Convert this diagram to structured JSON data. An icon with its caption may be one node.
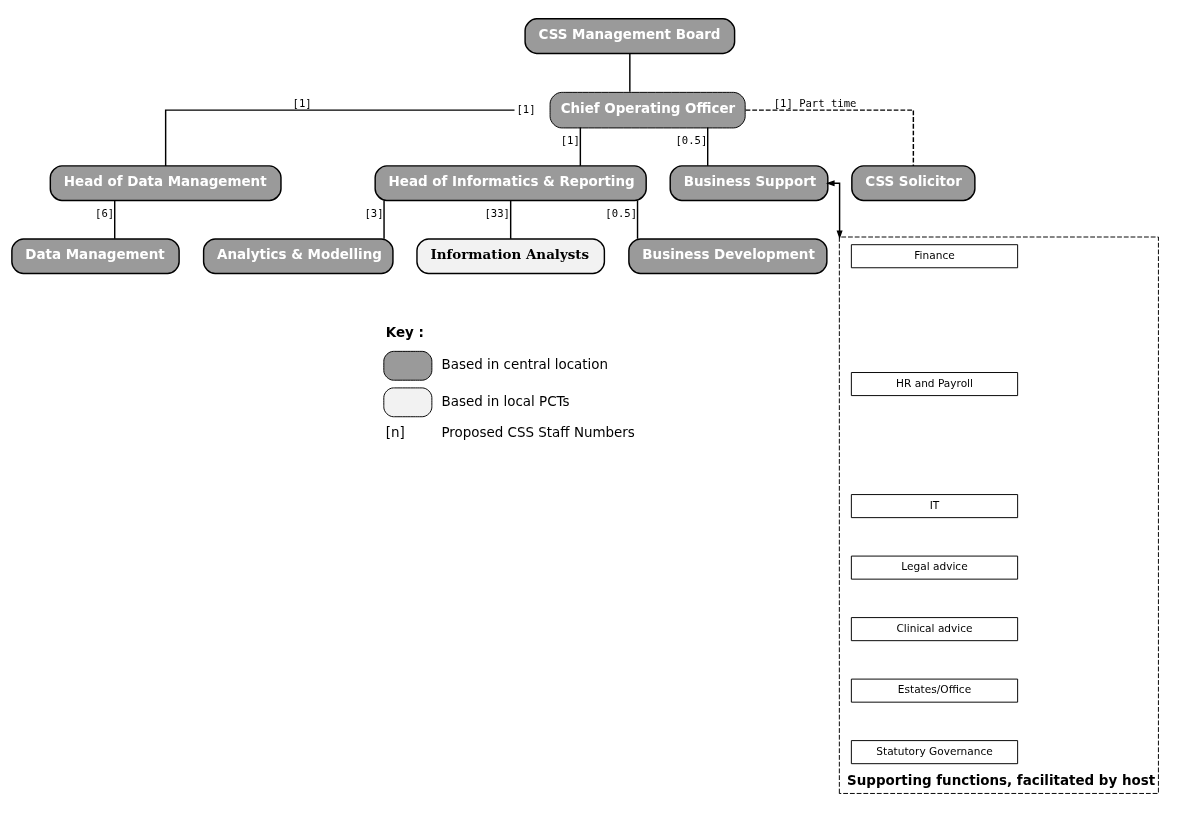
{
  "diagram": {
    "nodes": [
      {
        "text": [
          "CSS Management Board"
        ]
      },
      {
        "text": [
          "Chief Operating Officer"
        ],
        "beside": [
          "[1]"
        ]
      },
      {
        "text": [
          "Head of Data Management"
        ]
      },
      {
        "text": [
          "Head of Informatics & Reporting"
        ]
      },
      {
        "text": [
          "Business Support"
        ]
      },
      {
        "text": [
          "CSS Solicitor"
        ]
      },
      {
        "text": [
          "Data Management"
        ]
      },
      {
        "text": [
          "Analytics & Modelling"
        ]
      },
      {
        "text": [
          "Business Development"
        ]
      },
      {
        "text": [
          "Information Analysts"
        ]
      },
      {
        "text": [
          "Supporting functions, facilitated by host"
        ]
      },
      {
        "text": [
          "Finance"
        ],
        "in": 10
      },
      {
        "text": [
          "HR and Payroll"
        ],
        "in": 10
      },
      {
        "text": [
          "IT"
        ],
        "in": 10
      },
      {
        "text": [
          "Legal advice"
        ],
        "in": 10
      },
      {
        "text": [
          "Clinical advice"
        ],
        "in": 10
      },
      {
        "text": [
          "Estates/Office"
        ],
        "in": 10
      },
      {
        "text": [
          "Statutory Governance"
        ],
        "in": 10
      }
    ],
    "edges": [
      {
        "from": 0,
        "to": 1,
        "arrow": "none"
      },
      {
        "from": 1,
        "to": 2,
        "arrow": "none",
        "label": "[1]"
      },
      {
        "from": 1,
        "to": 3,
        "arrow": "none",
        "label": "[1]"
      },
      {
        "from": 1,
        "to": 4,
        "arrow": "none",
        "label": "[0.5]"
      },
      {
        "from": 1,
        "to": 5,
        "arrow": "none",
        "label": "[1] Part time",
        "style": "dashed"
      },
      {
        "from": 2,
        "to": 6,
        "arrow": "none",
        "label": "[6]"
      },
      {
        "from": 3,
        "to": 7,
        "arrow": "none",
        "label": "[3]"
      },
      {
        "from": 3,
        "to": 8,
        "arrow": "none",
        "label": "[0.5]"
      },
      {
        "from": 3,
        "to": 9,
        "arrow": "none",
        "label": "[33]"
      },
      {
        "from": 4,
        "to": 10,
        "arrow": "both"
      }
    ],
    "labels": [
      "Key :",
      "[n]",
      "Proposed CSS Staff Numbers"
    ],
    "legend": [
      {
        "text": "Based in central location",
        "color": "#9a9a9a"
      },
      {
        "text": "Based in local PCTs",
        "color": "#f2f2f2"
      }
    ]
  }
}
